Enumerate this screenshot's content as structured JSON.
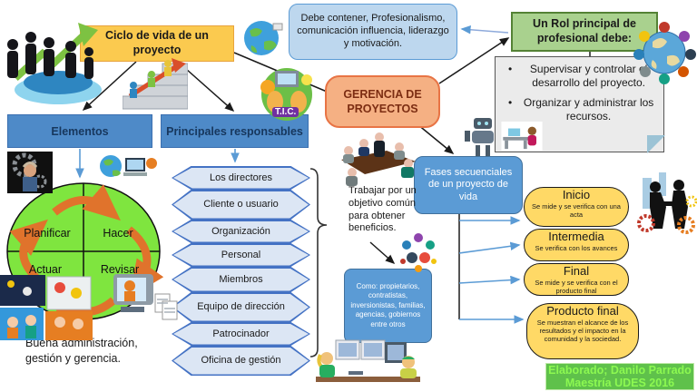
{
  "nodes": {
    "ciclo_vida": {
      "label": "Ciclo de vida de un proyecto"
    },
    "elementos": {
      "label": "Elementos"
    },
    "responsables": {
      "label": "Principales responsables"
    },
    "debe_contener": {
      "text": "Debe contener, Profesionalismo, comunicación influencia, liderazgo y motivación."
    },
    "gerencia": {
      "label": "GERENCIA DE PROYECTOS"
    },
    "rol_principal": {
      "label": "Un Rol principal de profesional debe:"
    },
    "rol_nota": {
      "bullet1": "Supervisar y controlar el desarrollo del proyecto.",
      "bullet2": "Organizar y administrar los recursos."
    },
    "fases": {
      "text": "Fases secuenciales de un proyecto de vida"
    },
    "trabajar": {
      "text": "Trabajar por un objetivo común para obtener beneficios."
    },
    "como": {
      "text": "Como: propietarios, contratistas, inversionistas, familias, agencias, gobiernos entre otros"
    },
    "buena": {
      "text": "Buena administración, gestión y gerencia."
    }
  },
  "pdca": {
    "quadrants": [
      "Planificar",
      "Hacer",
      "Actuar",
      "Revisar"
    ]
  },
  "responsables_items": [
    {
      "label": "Los directores"
    },
    {
      "label": "Cliente o usuario"
    },
    {
      "label": "Organización"
    },
    {
      "label": "Personal"
    },
    {
      "label": "Miembros"
    },
    {
      "label": "Equipo de dirección"
    },
    {
      "label": "Patrocinador"
    },
    {
      "label": "Oficina de gestión"
    }
  ],
  "fases_items": [
    {
      "title": "Inicio",
      "desc": "Se mide y se verifica con una acta"
    },
    {
      "title": "Intermedia",
      "desc": "Se verifica con los avances"
    },
    {
      "title": "Final",
      "desc": "Se mide y se verifica con el producto final"
    },
    {
      "title": "Producto final",
      "desc": "Se muestran el alcance de los resultados y el impacto en la comunidad y la sociedad."
    }
  ],
  "credit": {
    "line1": "Elaborado; Danilo Parrado",
    "line2": "Maestría UDES 2016"
  },
  "icons": {
    "tic_label": "T.I.C."
  },
  "colors": {
    "yellow_node": "#FBCA4F",
    "blue_header": "#4E8AC8",
    "light_blue_note": "#BDD7EE",
    "salmon_node": "#F5B083",
    "green_node": "#A9D18E",
    "grey_note": "#EBEBEB",
    "mid_blue_node": "#5B9BD5",
    "hexagon_fill": "#DCE6F4",
    "hexagon_border": "#4472C4",
    "phase_yellow": "#FFD966",
    "credit_green_bg": "#5FC14B",
    "credit_green_text": "#8CF951",
    "pdca_green": "#7FE53F",
    "pdca_arrow_orange": "#E0732C"
  }
}
